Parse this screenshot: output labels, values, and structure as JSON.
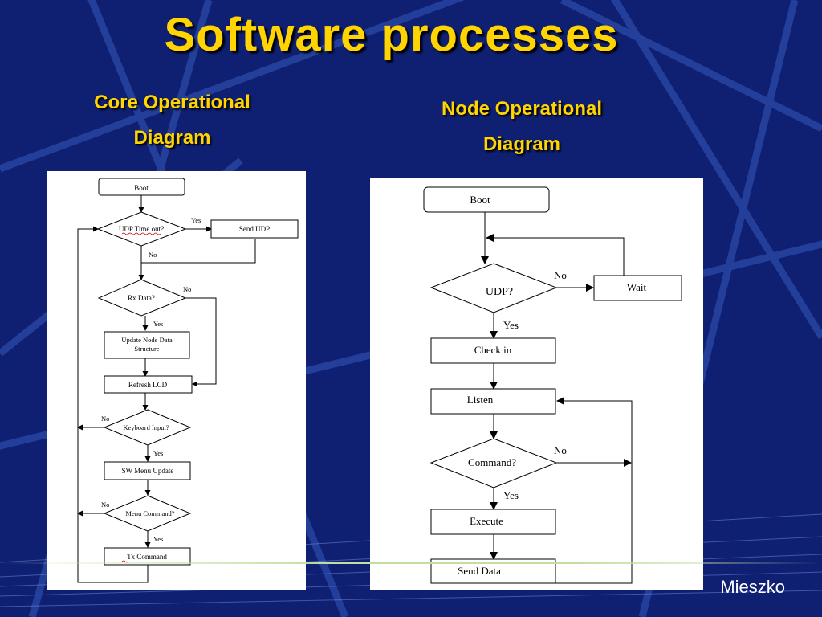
{
  "slide": {
    "title": "Software processes",
    "author": "Mieszko",
    "colors": {
      "background": "#0f1f72",
      "title": "#ffd400",
      "stripe": "#2a4aa8"
    }
  },
  "core_diagram": {
    "heading_line1": "Core Operational",
    "heading_line2": "Diagram",
    "nodes": {
      "boot": "Boot",
      "udp_timeout": "UDP Time out?",
      "send_udp": "Send UDP",
      "rx_data": "Rx Data?",
      "update_node_1": "Update Node Data",
      "update_node_2": "Structure",
      "refresh_lcd": "Refresh LCD",
      "keyboard_input": "Keyboard Input?",
      "sw_menu_update": "SW Menu Update",
      "menu_command": "Menu Command?",
      "tx_command": "Tx Command"
    },
    "labels": {
      "yes_udp": "Yes",
      "no_udp": "No",
      "no_rx": "No",
      "yes_rx": "Yes",
      "no_keyboard": "No",
      "yes_keyboard": "Yes",
      "no_menu": "No",
      "yes_menu": "Yes"
    }
  },
  "node_diagram": {
    "heading_line1": "Node Operational",
    "heading_line2": "Diagram",
    "nodes": {
      "boot": "Boot",
      "udp": "UDP?",
      "wait": "Wait",
      "check_in": "Check in",
      "listen": "Listen",
      "command": "Command?",
      "execute": "Execute",
      "send_data": "Send Data"
    },
    "labels": {
      "no_udp": "No",
      "yes_udp": "Yes",
      "no_command": "No",
      "yes_command": "Yes"
    }
  }
}
